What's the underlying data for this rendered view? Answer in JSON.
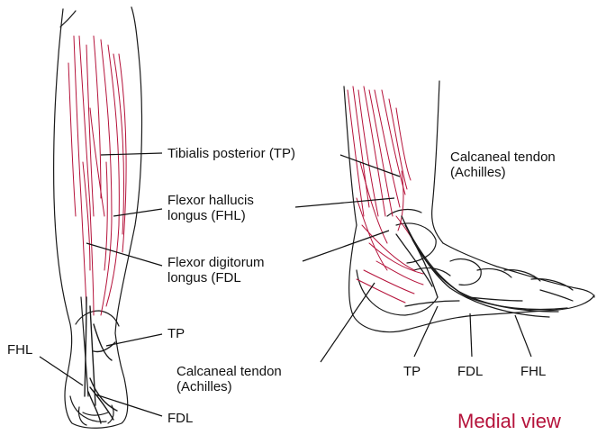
{
  "labels": {
    "tibialis_posterior": "Tibialis posterior (TP)",
    "calcaneal_tendon_top_line1": "Calcaneal tendon",
    "calcaneal_tendon_top_line2": "(Achilles)",
    "fhl_line1": "Flexor hallucis",
    "fhl_line2": "longus (FHL)",
    "fdl_line1": "Flexor digitorum",
    "fdl_line2": "longus (FDL",
    "tp_short": "TP",
    "fhl_short_left": "FHL",
    "fdl_short_left": "FDL",
    "calcaneal_tendon_bottom_line1": "Calcaneal tendon",
    "calcaneal_tendon_bottom_line2": "(Achilles)",
    "tp_bottom": "TP",
    "fdl_bottom": "FDL",
    "fhl_bottom": "FHL",
    "view_caption": "Medial view"
  },
  "colors": {
    "muscle": "#b5123a",
    "outline": "#1a1a1a",
    "caption": "#b5123a"
  }
}
